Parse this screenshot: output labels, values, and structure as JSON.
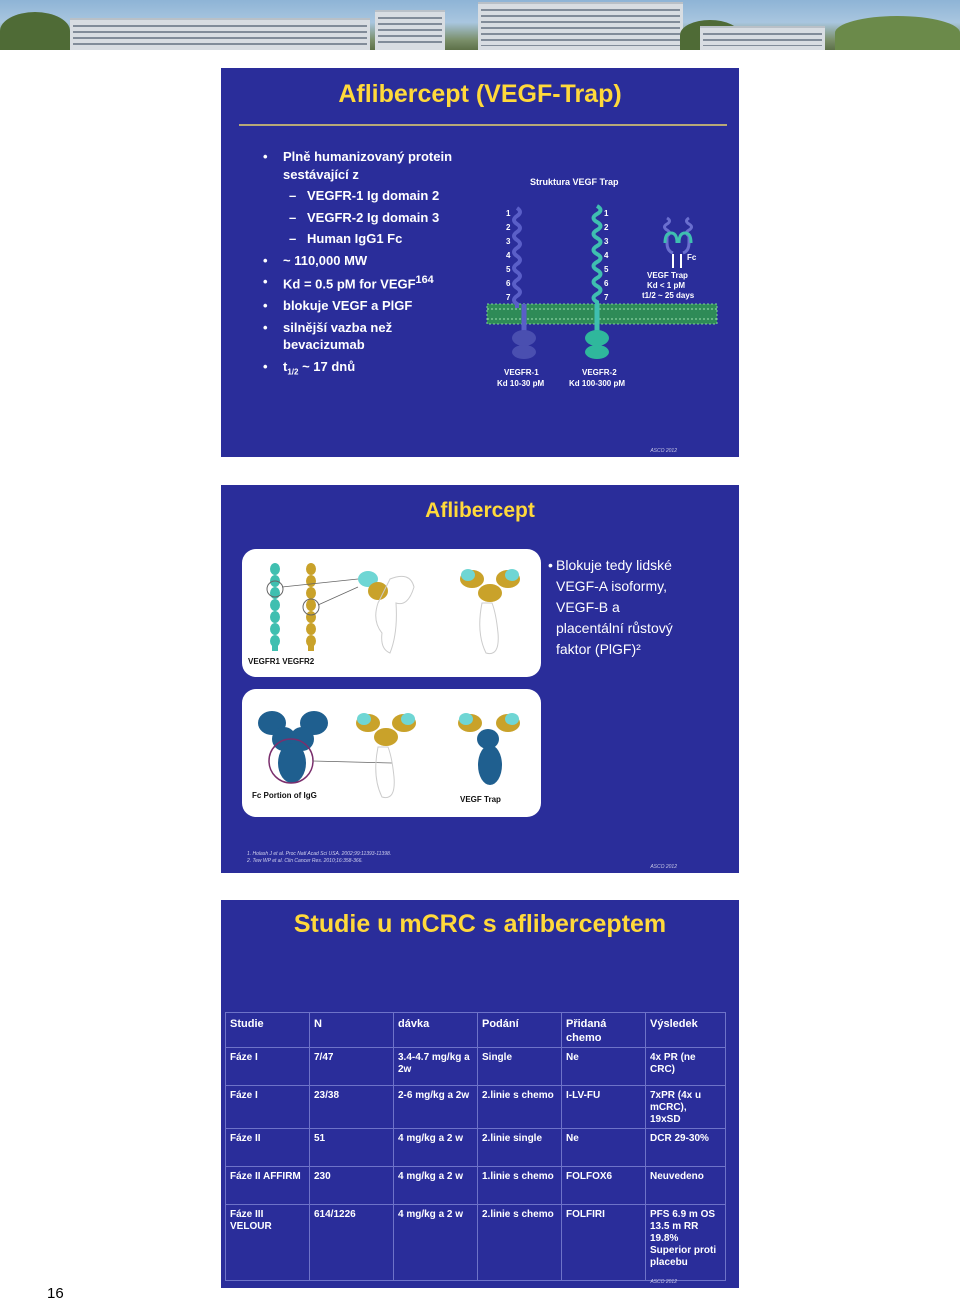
{
  "page_number": "16",
  "slide1": {
    "title": "Aflibercept (VEGF-Trap)",
    "bullets": [
      {
        "type": "bullet",
        "html": "Plně humanizovaný protein sestávající z"
      },
      {
        "type": "dash",
        "html": "VEGFR-1 Ig domain 2"
      },
      {
        "type": "dash",
        "html": "VEGFR-2 Ig domain 3"
      },
      {
        "type": "dash",
        "html": "Human IgG1 Fc"
      },
      {
        "type": "bullet",
        "html": "~ 110,000 MW"
      },
      {
        "type": "bullet",
        "html": "Kd = 0.5 pM for VEGF<sup>164</sup>"
      },
      {
        "type": "bullet",
        "html": "blokuje VEGF a PlGF"
      },
      {
        "type": "bullet",
        "html": "silnější vazba než bevacizumab"
      },
      {
        "type": "bullet",
        "html": "t<sub>1/2</sub> ~ 17 dnů"
      }
    ],
    "structure_title": "Struktura VEGF Trap",
    "domain_numbers": [
      "1",
      "2",
      "3",
      "4",
      "5",
      "6",
      "7"
    ],
    "fc_label": "Fc",
    "trap_label_1": "VEGF Trap",
    "trap_label_2": "Kd < 1 pM",
    "trap_label_3": "t1/2 ~ 25 days",
    "vegfr1_label": "VEGFR-1",
    "vegfr1_kd": "Kd 10-30 pM",
    "vegfr2_label": "VEGFR-2",
    "vegfr2_kd": "Kd 100-300 pM",
    "footer": "ASCO 2012"
  },
  "slide2": {
    "title": "Aflibercept",
    "panel1_label": "VEGFR1 VEGFR2",
    "panel2_label_left": "Fc Portion of IgG",
    "panel2_label_right": "VEGF Trap",
    "text_lines": [
      "Blokuje tedy lidské",
      "VEGF-A isoformy,",
      "VEGF-B a",
      "placentální růstový",
      "faktor (PlGF)²"
    ],
    "refs": [
      "1. Holash J et al. Proc Natl Acad Sci USA. 2002;99:11393-11398.",
      "2. Tew WP et al. Clin Cancer Res. 2010;16:358-366."
    ],
    "footer": "ASCO 2012"
  },
  "slide3": {
    "title": "Studie u mCRC s afliberceptem",
    "headers": [
      "Studie",
      "N",
      "dávka",
      "Podání",
      "Přidaná chemo",
      "Výsledek"
    ],
    "rows": [
      [
        "Fáze I",
        "7/47",
        "3.4-4.7 mg/kg a 2w",
        "Single",
        "Ne",
        "4x PR (ne CRC)"
      ],
      [
        "Fáze I",
        "23/38",
        "2-6 mg/kg a 2w",
        "2.linie s chemo",
        "I-LV-FU",
        "7xPR (4x u mCRC), 19xSD"
      ],
      [
        "Fáze II",
        "51",
        "4 mg/kg a 2 w",
        "2.linie single",
        "Ne",
        "DCR 29-30%"
      ],
      [
        "Fáze II AFFIRM",
        "230",
        "4 mg/kg a 2 w",
        "1.linie s chemo",
        "FOLFOX6",
        "Neuvedeno"
      ],
      [
        "Fáze III VELOUR",
        "614/1226",
        "4 mg/kg a 2 w",
        "2.linie s chemo",
        "FOLFIRI",
        "PFS 6.9 m OS 13.5 m RR 19.8% Superior proti placebu"
      ]
    ],
    "footer": "ASCO 2012"
  },
  "colors": {
    "slide_bg": "#2a2d9a",
    "title_yellow": "#ffd93b",
    "vegfr1_teal": "#3fbfb0",
    "vegfr2_gold": "#c9a22a",
    "membrane_green": "#2e8b57"
  }
}
